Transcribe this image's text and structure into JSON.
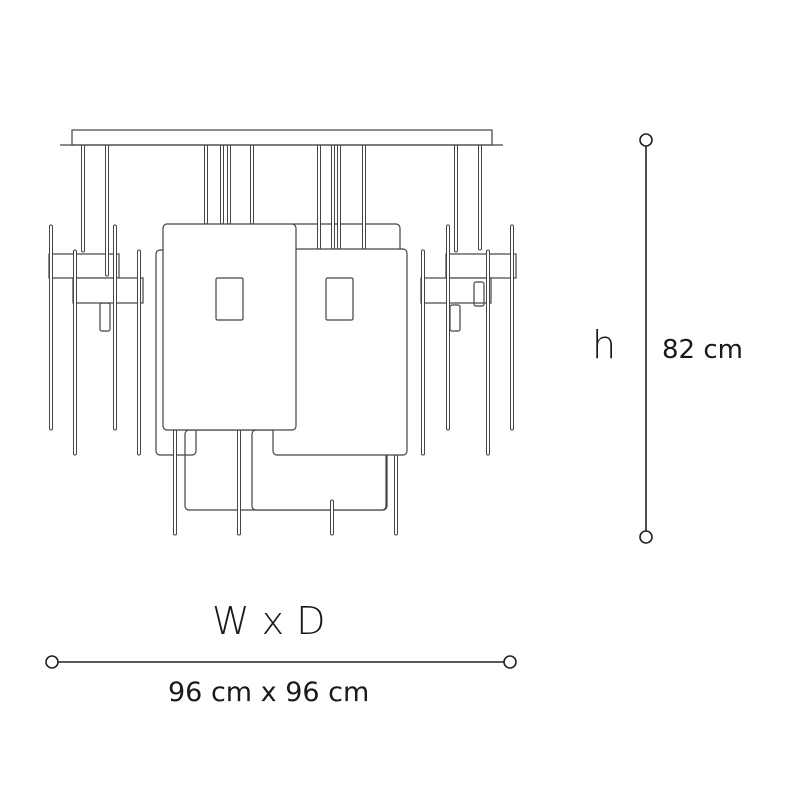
{
  "height_dimension": {
    "label": "h",
    "value": "82 cm"
  },
  "width_depth_dimension": {
    "label": "W x D",
    "value": "96 cm x 96 cm"
  },
  "colors": {
    "line": "#3a3a3a",
    "text": "#1a1a1a"
  }
}
